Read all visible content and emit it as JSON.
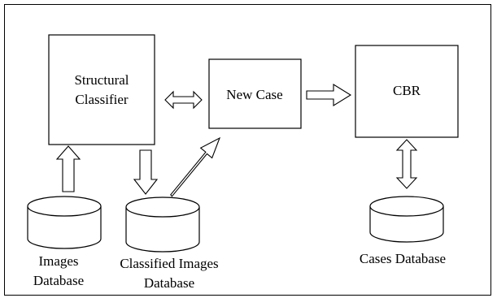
{
  "nodes": {
    "structural_classifier": {
      "line1": "Structural",
      "line2": "Classifier"
    },
    "new_case": {
      "label": "New Case"
    },
    "cbr": {
      "label": "CBR"
    },
    "images_db": {
      "line1": "Images",
      "line2": "Database"
    },
    "classified_db": {
      "line1": "Classified Images",
      "line2": "Database"
    },
    "cases_db": {
      "label": "Cases Database"
    }
  }
}
